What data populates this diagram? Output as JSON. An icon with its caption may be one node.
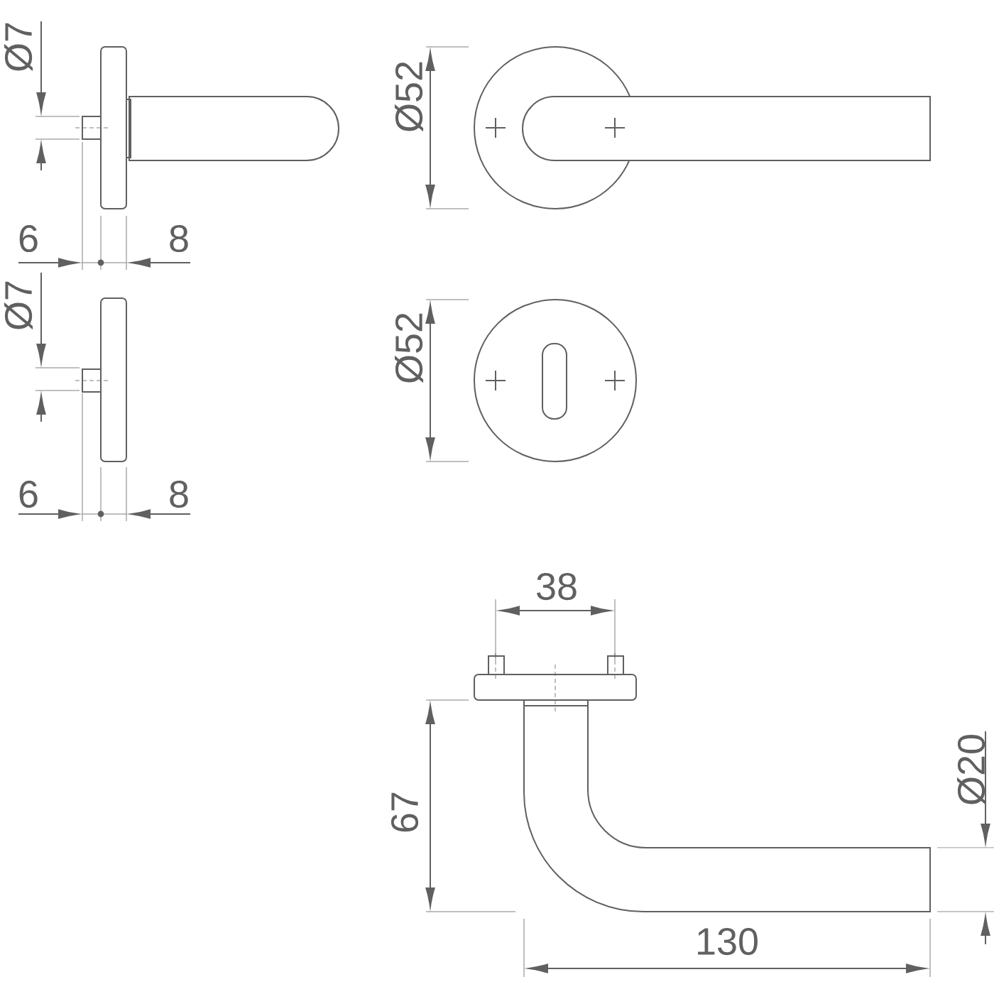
{
  "diagram": {
    "labels": [
      "Ø7",
      "Ø52",
      "6",
      "8",
      "Ø7",
      "Ø52",
      "6",
      "8",
      "38",
      "Ø20",
      "67",
      "130"
    ]
  }
}
